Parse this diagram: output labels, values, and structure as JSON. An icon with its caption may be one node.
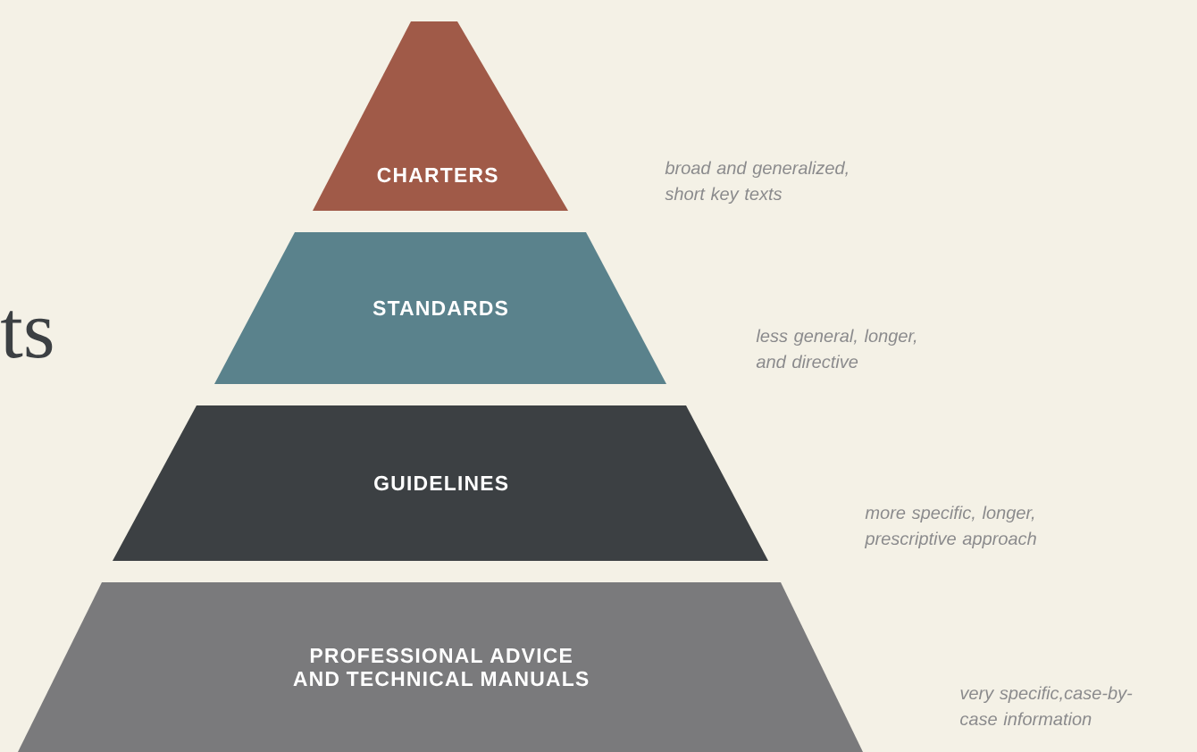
{
  "diagram": {
    "nodes": [
      {
        "text": [
          "CHARTERS"
        ]
      },
      {
        "text": [
          "STANDARDS"
        ]
      },
      {
        "text": [
          "GUIDELINES"
        ]
      },
      {
        "text": [
          "PROFESSIONAL ADVICE AND TECHNICAL MANUALS"
        ]
      }
    ],
    "labels": [
      "ts",
      "broad and generalized, short key texts",
      "less general, longer, and directive",
      "more specific, longer, prescriptive approach",
      "very specific,case-by-case information"
    ]
  }
}
